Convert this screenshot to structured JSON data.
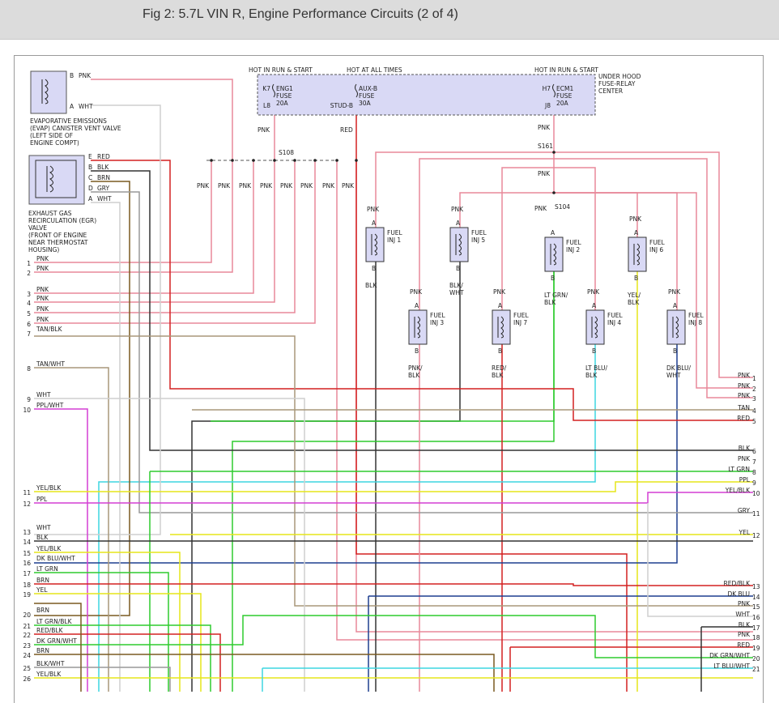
{
  "title": "Fig 2: 5.7L VIN R, Engine Performance Circuits (2 of 4)",
  "colors": {
    "PNK": "#e8899a",
    "RED": "#d42020",
    "BLK": "#333333",
    "TAN": "#a8977a",
    "WHT": "#cfcfcf",
    "PPL": "#d43fd4",
    "YEL": "#e6e61a",
    "LTGRN": "#2ecc2e",
    "DKBLU": "#1d3f8f",
    "LTBLU": "#3dd6e0",
    "GRY": "#999999",
    "BRN": "#7a5a20",
    "box_fill": "#d9d9f5"
  },
  "fuse_box": {
    "hot_run1": "HOT IN RUN & START",
    "hot_all": "HOT AT ALL TIMES",
    "hot_run2": "HOT IN RUN & START",
    "center": [
      "UNDER HOOD",
      "FUSE-RELAY",
      "CENTER"
    ],
    "eng1": {
      "top": "K7",
      "bot": "L8",
      "name": [
        "ENG1",
        "FUSE",
        "20A"
      ]
    },
    "aux": {
      "top": "",
      "bot": "STUD-B",
      "name": [
        "AUX-B",
        "FUSE",
        "30A"
      ]
    },
    "ecm": {
      "top": "H7",
      "bot": "J8",
      "name": [
        "ECM1",
        "FUSE",
        "20A"
      ]
    },
    "wire_eng1": "PNK",
    "wire_aux": "RED",
    "wire_ecm": "PNK"
  },
  "evap": {
    "pins": [
      [
        "B",
        "PNK"
      ],
      [
        "A",
        "WHT"
      ]
    ],
    "label": [
      "EVAPORATIVE EMISSIONS",
      "(EVAP) CANISTER VENT VALVE",
      "(LEFT SIDE OF",
      "ENGINE COMPT)"
    ]
  },
  "egr": {
    "pins": [
      [
        "E",
        "RED"
      ],
      [
        "B",
        "BLK"
      ],
      [
        "C",
        "BRN"
      ],
      [
        "D",
        "GRY"
      ],
      [
        "A",
        "WHT"
      ]
    ],
    "label": [
      "EXHAUST GAS",
      "RECIRCULATION (EGR)",
      "VALVE",
      "(FRONT OF ENGINE",
      "NEAR THERMOSTAT",
      "HOUSING)"
    ]
  },
  "splices": {
    "s108": "S108",
    "s161": "S161",
    "s104": "S104"
  },
  "s108_wires": [
    "PNK",
    "PNK",
    "PNK",
    "PNK",
    "PNK",
    "PNK",
    "PNK",
    "PNK"
  ],
  "injectors": [
    {
      "name": [
        "FUEL",
        "INJ 1"
      ],
      "a_wire": "PNK",
      "b_wire": [
        "BLK"
      ]
    },
    {
      "name": [
        "FUEL",
        "INJ 5"
      ],
      "a_wire": "PNK",
      "b_wire": [
        "BLK/",
        "WHT"
      ]
    },
    {
      "name": [
        "FUEL",
        "INJ 2"
      ],
      "a_wire": "",
      "b_wire": [
        "LT GRN/",
        "BLK"
      ]
    },
    {
      "name": [
        "FUEL",
        "INJ 6"
      ],
      "a_wire": "PNK",
      "b_wire": [
        "YEL/",
        "BLK"
      ]
    },
    {
      "name": [
        "FUEL",
        "INJ 3"
      ],
      "a_wire": "PNK",
      "b_wire": [
        "PNK/",
        "BLK"
      ]
    },
    {
      "name": [
        "FUEL",
        "INJ 7"
      ],
      "a_wire": "PNK",
      "b_wire": [
        "RED/",
        "BLK"
      ]
    },
    {
      "name": [
        "FUEL",
        "INJ 4"
      ],
      "a_wire": "PNK",
      "b_wire": [
        "LT BLU/",
        "BLK"
      ]
    },
    {
      "name": [
        "FUEL",
        "INJ 8"
      ],
      "a_wire": "PNK",
      "b_wire": [
        "DK BLU/",
        "WHT"
      ]
    }
  ],
  "pin_a": "A",
  "pin_b": "B",
  "s161_pnk": "PNK",
  "s104_pnk": "PNK",
  "left_connector": [
    {
      "pin": "1",
      "wire": "PNK"
    },
    {
      "pin": "2",
      "wire": "PNK"
    },
    {
      "pin": "3",
      "wire": "PNK"
    },
    {
      "pin": "4",
      "wire": "PNK"
    },
    {
      "pin": "5",
      "wire": "PNK"
    },
    {
      "pin": "6",
      "wire": "PNK"
    },
    {
      "pin": "7",
      "wire": "TAN/BLK"
    },
    {
      "pin": "8",
      "wire": "TAN/WHT"
    },
    {
      "pin": "9",
      "wire": "WHT"
    },
    {
      "pin": "10",
      "wire": "PPL/WHT"
    },
    {
      "pin": "11",
      "wire": "YEL/BLK"
    },
    {
      "pin": "12",
      "wire": "PPL"
    },
    {
      "pin": "13",
      "wire": "WHT"
    },
    {
      "pin": "14",
      "wire": "BLK"
    },
    {
      "pin": "15",
      "wire": "YEL/BLK"
    },
    {
      "pin": "16",
      "wire": "DK BLU/WHT"
    },
    {
      "pin": "17",
      "wire": "LT GRN"
    },
    {
      "pin": "18",
      "wire": "BRN"
    },
    {
      "pin": "19",
      "wire": "YEL"
    },
    {
      "pin": "20",
      "wire": "BRN"
    },
    {
      "pin": "21",
      "wire": "LT GRN/BLK"
    },
    {
      "pin": "22",
      "wire": "RED/BLK"
    },
    {
      "pin": "23",
      "wire": "DK GRN/WHT"
    },
    {
      "pin": "24",
      "wire": "BRN"
    },
    {
      "pin": "25",
      "wire": "BLK/WHT"
    },
    {
      "pin": "26",
      "wire": "YEL/BLK"
    }
  ],
  "right_connector": [
    {
      "pin": "1",
      "wire": "PNK"
    },
    {
      "pin": "2",
      "wire": "PNK"
    },
    {
      "pin": "3",
      "wire": "PNK"
    },
    {
      "pin": "4",
      "wire": "TAN"
    },
    {
      "pin": "5",
      "wire": "RED"
    },
    {
      "pin": "6",
      "wire": "BLK"
    },
    {
      "pin": "7",
      "wire": "PNK"
    },
    {
      "pin": "8",
      "wire": "LT GRN"
    },
    {
      "pin": "9",
      "wire": "PPL"
    },
    {
      "pin": "10",
      "wire": "YEL/BLK"
    },
    {
      "pin": "11",
      "wire": "GRY"
    },
    {
      "pin": "12",
      "wire": "YEL"
    },
    {
      "pin": "13",
      "wire": "RED/BLK"
    },
    {
      "pin": "14",
      "wire": "DK BLU"
    },
    {
      "pin": "15",
      "wire": "PNK"
    },
    {
      "pin": "16",
      "wire": "WHT"
    },
    {
      "pin": "17",
      "wire": "BLK"
    },
    {
      "pin": "18",
      "wire": "PNK"
    },
    {
      "pin": "19",
      "wire": "RED"
    },
    {
      "pin": "20",
      "wire": "DK GRN/WHT"
    },
    {
      "pin": "21",
      "wire": "LT BLU/WHT"
    }
  ]
}
